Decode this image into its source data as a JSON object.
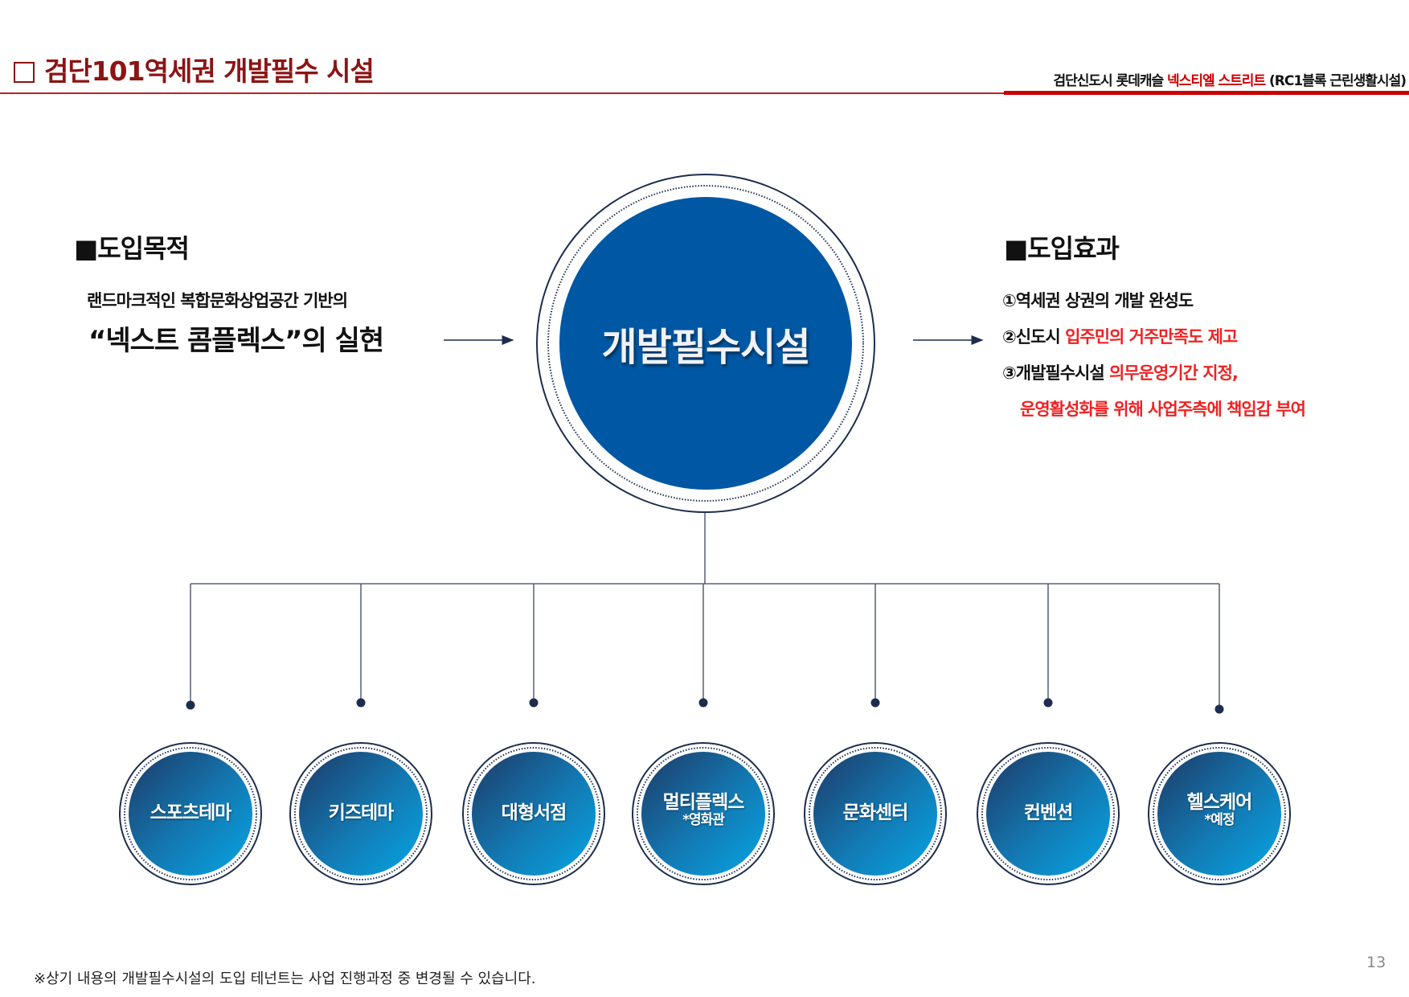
{
  "header": {
    "title": "검단101역세권 개발필수 시설",
    "subtitle_prefix": "검단신도시 롯데캐슬 ",
    "subtitle_highlight": "넥스티엘 스트리트",
    "subtitle_suffix": " (RC1블록 근린생활시설)"
  },
  "purpose": {
    "heading": "■도입목적",
    "line1": "랜드마크적인 복합문화상업공간 기반의",
    "line2": "“넥스트 콤플렉스”의 실현"
  },
  "center": {
    "label": "개발필수시설"
  },
  "effects": {
    "heading": "■도입효과",
    "item1": "①역세권 상권의 개발 완성도",
    "item2_prefix": "②신도시 ",
    "item2_highlight": "입주민의 거주만족도 제고",
    "item3_prefix": "③개발필수시설 ",
    "item3_highlight": "의무운영기간 지정,",
    "item3_cont": "운영활성화를 위해 사업주측에 책임감 부여"
  },
  "facilities": [
    {
      "label": "스포츠테마"
    },
    {
      "label": "키즈테마"
    },
    {
      "label": "대형서점"
    },
    {
      "label": "멀티플렉스",
      "note": "*영화관"
    },
    {
      "label": "문화센터"
    },
    {
      "label": "컨벤션"
    },
    {
      "label": "헬스케어",
      "note": "*예정"
    }
  ],
  "footer": {
    "note": "※상기 내용의 개발필수시설의 도입 테넌트는 사업 진행과정 중 변경될 수 있습니다.",
    "page": "13"
  },
  "colors": {
    "title": "#8b1414",
    "accent_red": "#e22222",
    "center_blue": "#0057a3",
    "line": "#2a3550"
  }
}
